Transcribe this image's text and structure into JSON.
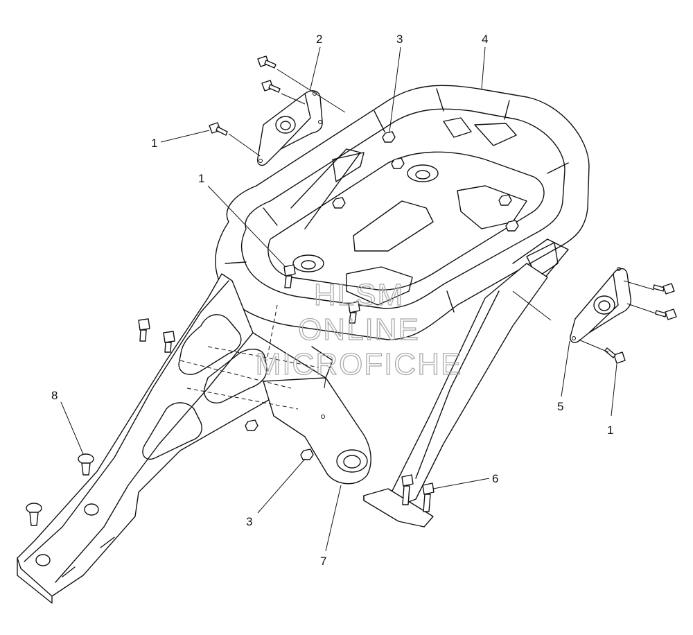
{
  "callouts": {
    "c1a": "1",
    "c1b": "1",
    "c1c": "1",
    "c2": "2",
    "c3a": "3",
    "c3b": "3",
    "c4": "4",
    "c5": "5",
    "c6": "6",
    "c7": "7",
    "c8": "8"
  },
  "watermark": {
    "line1": "HLSM",
    "line2": "ONLINE",
    "line3": "MICROFICHE"
  }
}
